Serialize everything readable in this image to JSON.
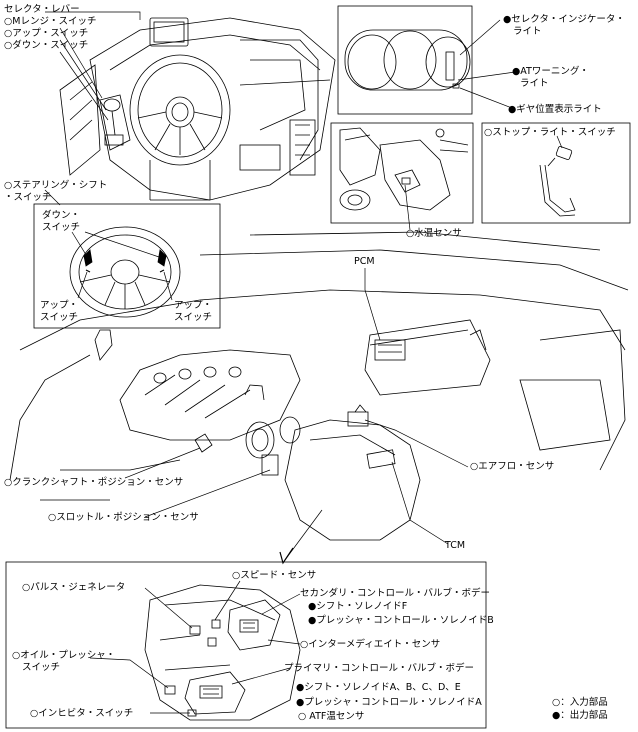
{
  "labels": {
    "selector_lever": "セレクタ・レバー",
    "m_range_switch": "○Mレンジ・スイッチ",
    "up_switch": "○アップ・スイッチ",
    "down_switch": "○ダウン・スイッチ",
    "selector_indicator_light_1": "●セレクタ・インジケータ・",
    "selector_indicator_light_2": "ライト",
    "at_warning_light_1": "●ATワーニング・",
    "at_warning_light_2": "ライト",
    "gear_position_light": "●ギヤ位置表示ライト",
    "stop_light_switch": "○ストップ・ライト・スイッチ",
    "water_temp_sensor": "○水温センサ",
    "steering_shift_switch_1": "○ステアリング・シフト",
    "steering_shift_switch_2": "・スイッチ",
    "inset_down_1": "ダウン・",
    "inset_down_2": "スイッチ",
    "inset_up_1": "アップ・",
    "inset_up_2": "スイッチ",
    "pcm": "PCM",
    "air_flow_sensor": "○エアフロ・センサ",
    "crankshaft_position_sensor": "○クランクシャフト・ポジション・センサ",
    "throttle_position_sensor": "○スロットル・ポジション・センサ",
    "tcm": "TCM",
    "speed_sensor": "○スピード・センサ",
    "pulse_generator": "○パルス・ジェネレータ",
    "secondary_control_valve_body": "セカンダリ・コントロール・バルブ・ボデー",
    "shift_solenoid_f": "●シフト・ソレノイドF",
    "pressure_control_solenoid_b": "●プレッシャ・コントロール・ソレノイドB",
    "intermediate_sensor": "○インターメディエイト・センサ",
    "oil_pressure_switch_1": "○オイル・プレッシャ・",
    "oil_pressure_switch_2": "スイッチ",
    "primary_control_valve_body": "プライマリ・コントロール・バルブ・ボデー",
    "shift_solenoids_a_e": "●シフト・ソレノイドA、B、C、D、E",
    "pressure_control_solenoid_a": "●プレッシャ・コントロール・ソレノイドA",
    "atf_temp_sensor": "○ ATF温センサ",
    "inhibitor_switch": "○インヒビタ・スイッチ"
  },
  "legend": {
    "input": "○：入力部品",
    "output": "●：出力部品"
  }
}
